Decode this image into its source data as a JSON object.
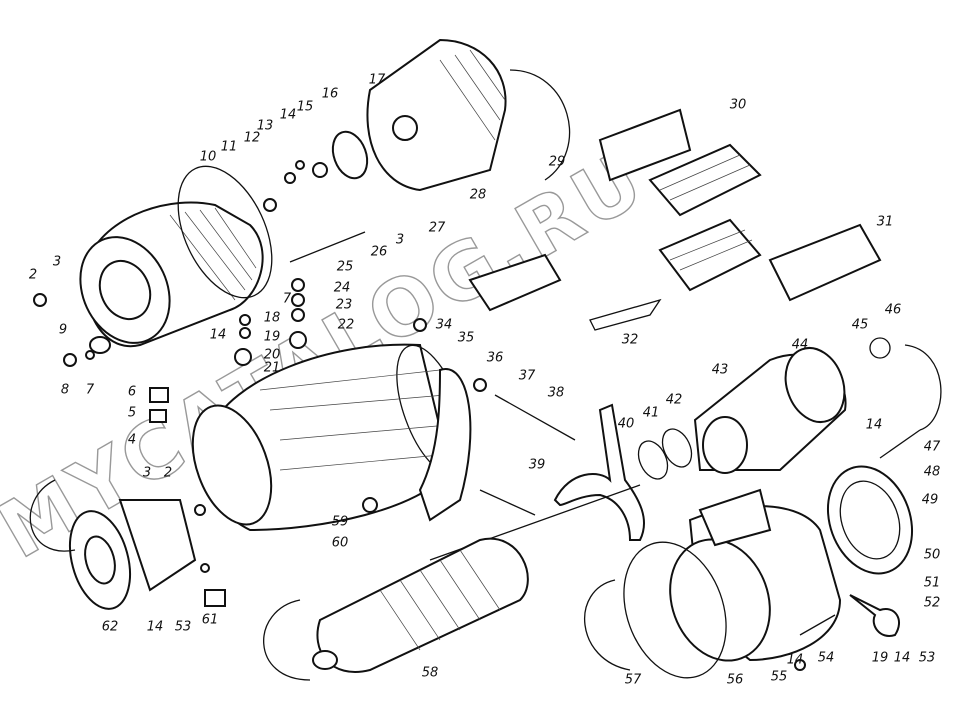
{
  "watermark": "MYCATALOG.RU",
  "labels": [
    "2",
    "3",
    "9",
    "8",
    "7",
    "10",
    "11",
    "12",
    "13",
    "14",
    "15",
    "16",
    "17",
    "28",
    "29",
    "30",
    "31",
    "25",
    "26",
    "3",
    "27",
    "24",
    "7",
    "23",
    "22",
    "18",
    "14",
    "19",
    "20",
    "21",
    "34",
    "35",
    "32",
    "36",
    "37",
    "38",
    "39",
    "40",
    "41",
    "42",
    "43",
    "44",
    "45",
    "46",
    "47",
    "14",
    "48",
    "49",
    "50",
    "51",
    "52",
    "53",
    "14",
    "19",
    "54",
    "14",
    "55",
    "56",
    "57",
    "58",
    "6",
    "5",
    "4",
    "3",
    "2",
    "59",
    "60",
    "62",
    "14",
    "53",
    "61"
  ]
}
